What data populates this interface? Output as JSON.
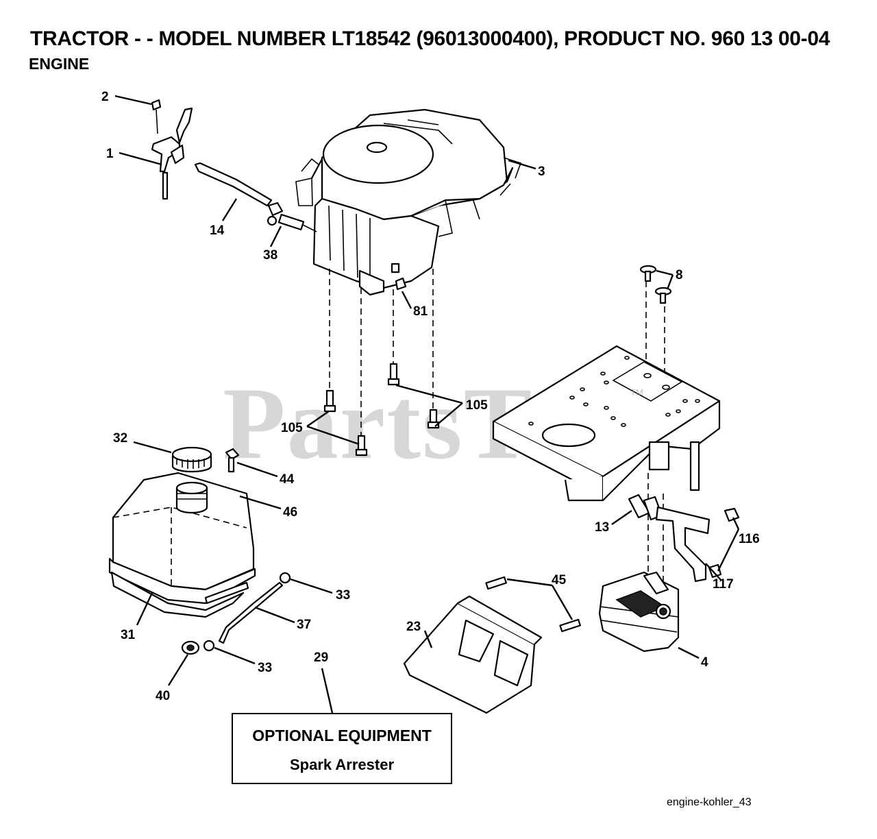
{
  "header": {
    "title": "TRACTOR - - MODEL NUMBER LT18542 (96013000400), PRODUCT NO. 960 13 00-04",
    "subtitle": "ENGINE"
  },
  "watermark": {
    "text": "PartsTree",
    "tm": "TM"
  },
  "callouts": {
    "c1": "1",
    "c2": "2",
    "c3": "3",
    "c4": "4",
    "c8": "8",
    "c13": "13",
    "c14": "14",
    "c23": "23",
    "c29": "29",
    "c31": "31",
    "c32": "32",
    "c33a": "33",
    "c33b": "33",
    "c37": "37",
    "c38": "38",
    "c40": "40",
    "c44": "44",
    "c45": "45",
    "c46": "46",
    "c81": "81",
    "c105a": "105",
    "c105b": "105",
    "c116": "116",
    "c117": "117"
  },
  "optional_box": {
    "line1": "OPTIONAL EQUIPMENT",
    "line2": "Spark Arrester"
  },
  "diagram_code": "engine-kohler_43"
}
